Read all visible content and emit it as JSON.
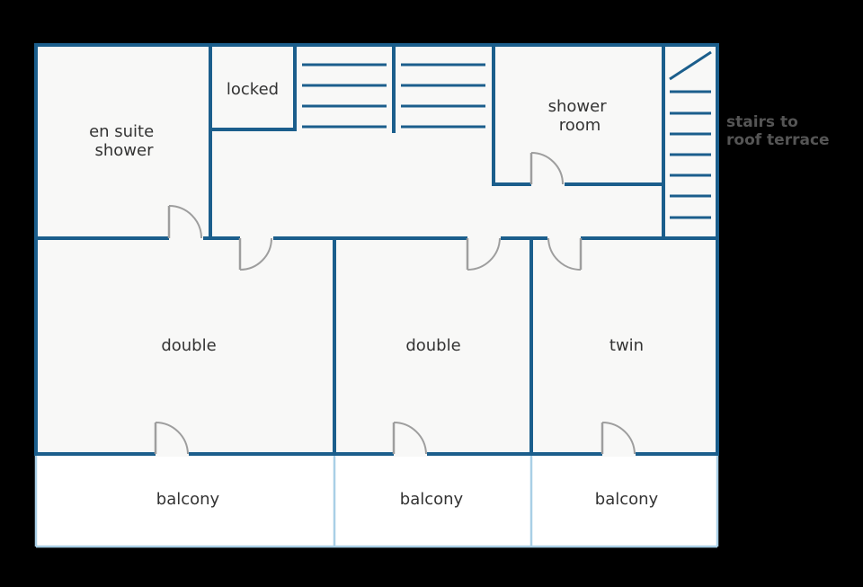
{
  "colors": {
    "background": "#000000",
    "wall": "#1b5e8c",
    "floor": "#f8f8f7",
    "balcony_edge": "#a9cfe6",
    "door": "#9e9e9e",
    "label": "#333333",
    "note": "#555555"
  },
  "rooms": {
    "en_suite_shower": [
      "en suite",
      "shower"
    ],
    "locked": "locked",
    "shower_room": [
      "shower",
      "room"
    ],
    "double_left": "double",
    "double_middle": "double",
    "twin": "twin"
  },
  "balconies": [
    "balcony",
    "balcony",
    "balcony"
  ],
  "stairs_note": [
    "stairs to",
    "roof terrace"
  ]
}
